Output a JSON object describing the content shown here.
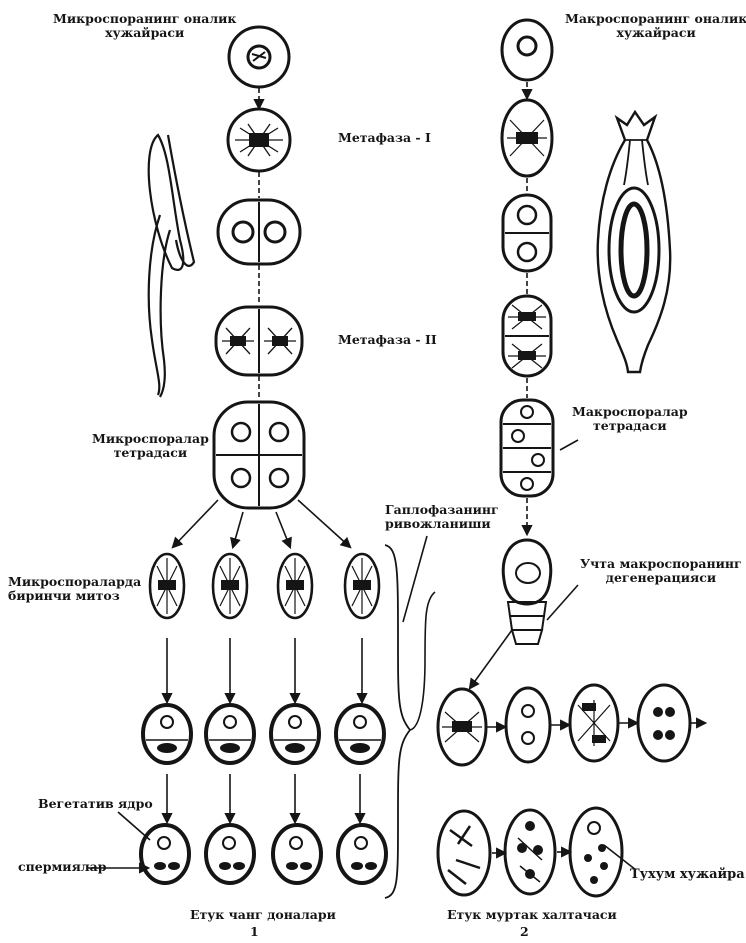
{
  "labels": {
    "micro_mother": [
      "Микроспоранинг оналик",
      "хужайраси"
    ],
    "macro_mother": [
      "Макроспоранинг оналик",
      "хужайраси"
    ],
    "metaphase1": "Метафаза - I",
    "metaphase2": "Метафаза - II",
    "micro_tetrad": [
      "Микроспоралар",
      "тетрадаси"
    ],
    "macro_tetrad": [
      "Макроспоралар",
      "тетрадаси"
    ],
    "haplophase": [
      "Гаплофазанинг",
      "ривожланиши"
    ],
    "degeneration": [
      "Учта макроспоранинг",
      "дегенерацияси"
    ],
    "first_mitosis": [
      "Микроспораларда",
      "биринчи митоз"
    ],
    "vegetative_nucleus": "Вегетатив ядро",
    "sperms": "спермиялар",
    "egg_cell": "Тухум хужайра",
    "pollen_caption": "Етук чанг доналари",
    "pollen_number": "1",
    "sac_caption": "Етук муртак халтачаси",
    "sac_number": "2"
  },
  "colors": {
    "ink": "#151515",
    "paper": "#ffffff",
    "shade": "#5a5a5a"
  }
}
